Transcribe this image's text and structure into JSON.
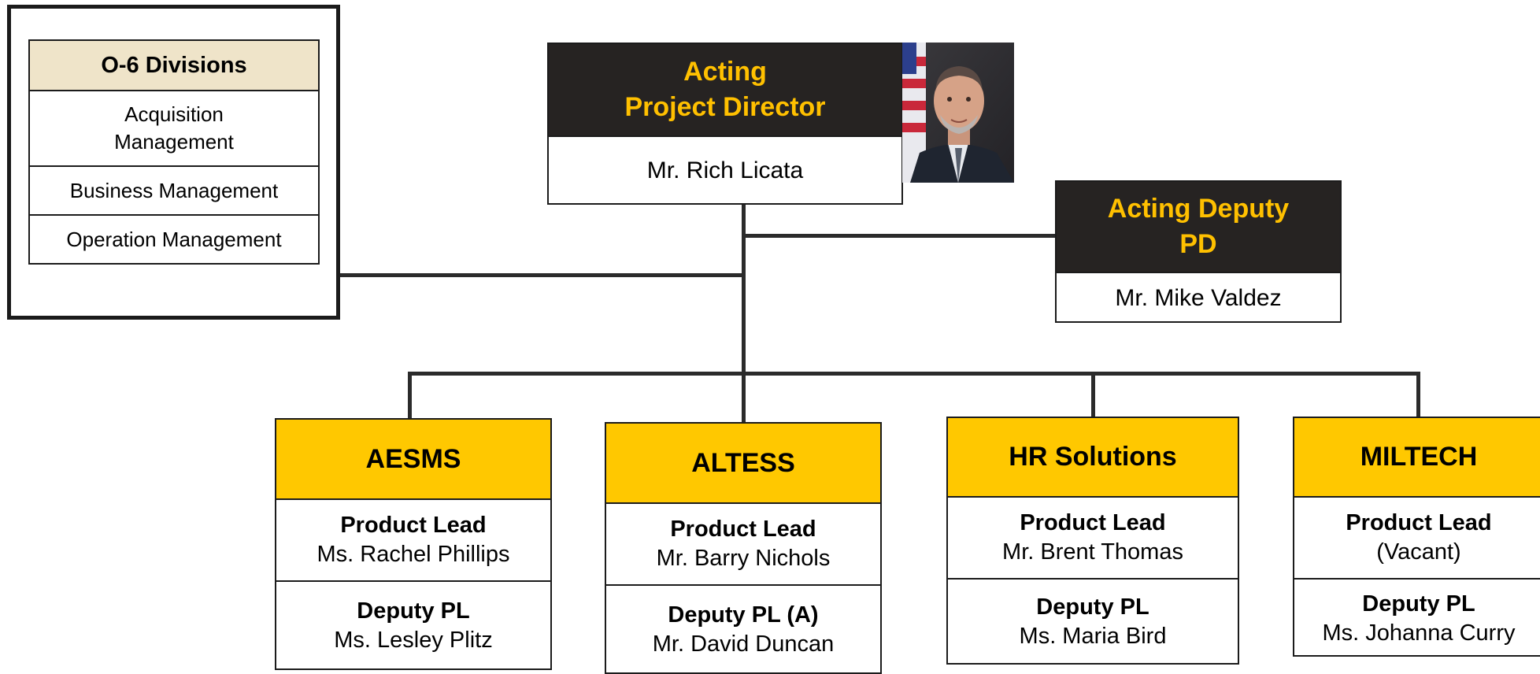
{
  "divisions": {
    "header": "O-6 Divisions",
    "items": [
      "Acquisition\nManagement",
      "Business Management",
      "Operation Management"
    ]
  },
  "director": {
    "title": "Acting\nProject Director",
    "name": "Mr. Rich Licata"
  },
  "deputy": {
    "title": "Acting Deputy\nPD",
    "name": "Mr. Mike Valdez"
  },
  "products": [
    {
      "name": "AESMS",
      "lead_role": "Product Lead",
      "lead_name": "Ms. Rachel Phillips",
      "deputy_role": "Deputy PL",
      "deputy_name": "Ms. Lesley Plitz"
    },
    {
      "name": "ALTESS",
      "lead_role": "Product Lead",
      "lead_name": "Mr. Barry Nichols",
      "deputy_role": "Deputy PL (A)",
      "deputy_name": "Mr. David Duncan"
    },
    {
      "name": "HR Solutions",
      "lead_role": "Product Lead",
      "lead_name": "Mr. Brent Thomas",
      "deputy_role": "Deputy PL",
      "deputy_name": "Ms. Maria Bird"
    },
    {
      "name": "MILTECH",
      "lead_role": "Product Lead",
      "lead_name": "(Vacant)",
      "deputy_role": "Deputy PL",
      "deputy_name": "Ms. Johanna Curry"
    }
  ],
  "colors": {
    "title_dark": "#262322",
    "title_text_gold": "#ffc000",
    "product_header": "#ffc800",
    "division_header": "#efe4c9"
  }
}
